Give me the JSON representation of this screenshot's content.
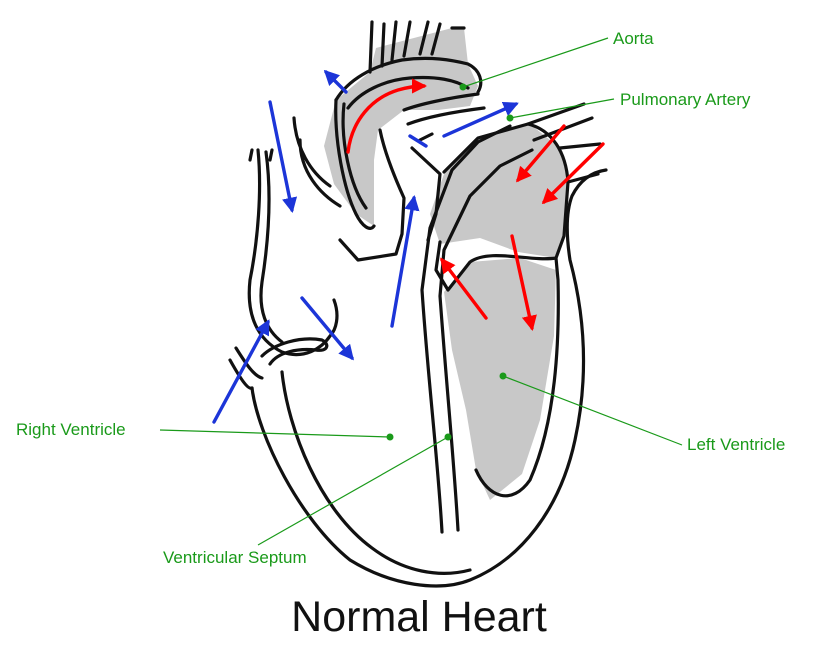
{
  "title": "Normal Heart",
  "colors": {
    "label": "#1a9a1a",
    "oxygen_rich": "#ff0000",
    "oxygen_poor": "#1c35d8",
    "chamber_fill": "#c8c8c8",
    "outline": "#111111"
  },
  "labels": {
    "aorta": "Aorta",
    "pulmonary_artery": "Pulmonary Artery",
    "right_ventricle": "Right Ventricle",
    "left_ventricle": "Left Ventricle",
    "ventricular_septum": "Ventricular Septum"
  }
}
